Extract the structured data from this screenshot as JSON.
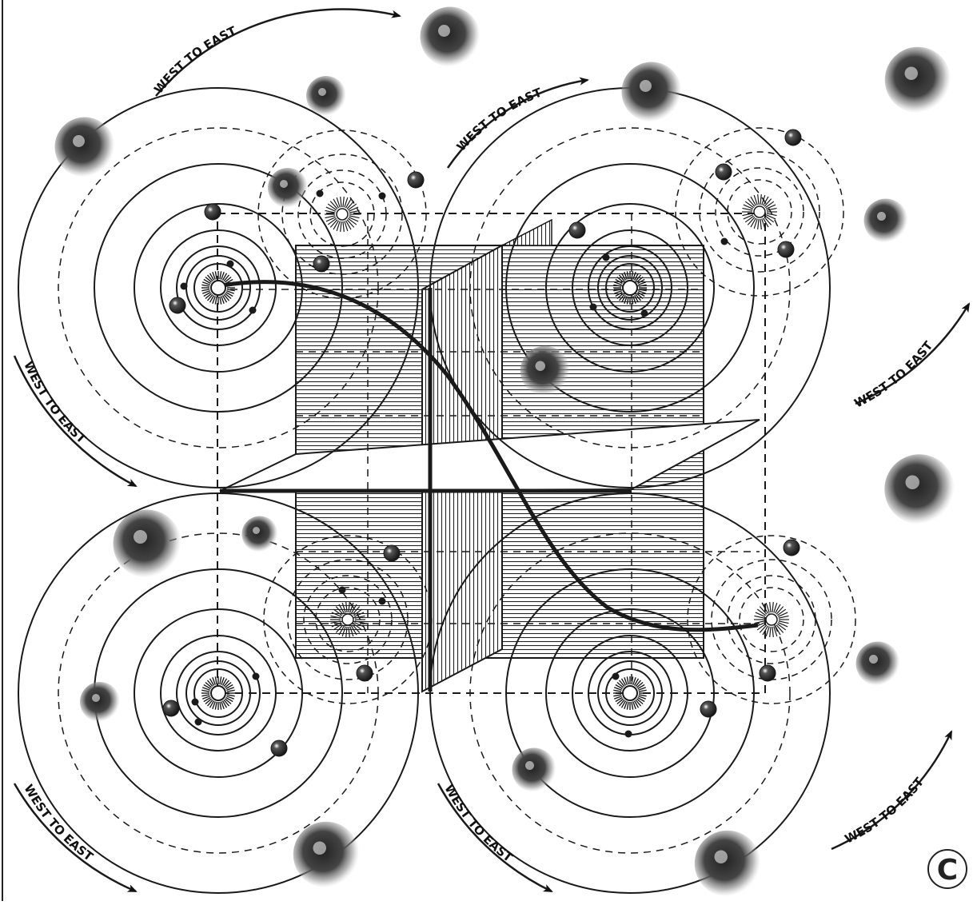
{
  "diagram": {
    "direction_labels": [
      "WEST TO EAST",
      "WEST TO EAST",
      "WEST TO EAST",
      "WEST TO EAST",
      "WEST TO EAST",
      "WEST TO EAST",
      "WEST TO EAST"
    ],
    "copyright_mark": "C",
    "ink_color": "#1a1a1a",
    "paper_color": "#ffffff",
    "systems": [
      {
        "id": "system-top-left"
      },
      {
        "id": "system-top-right"
      },
      {
        "id": "system-bottom-left"
      },
      {
        "id": "system-bottom-right"
      }
    ]
  }
}
